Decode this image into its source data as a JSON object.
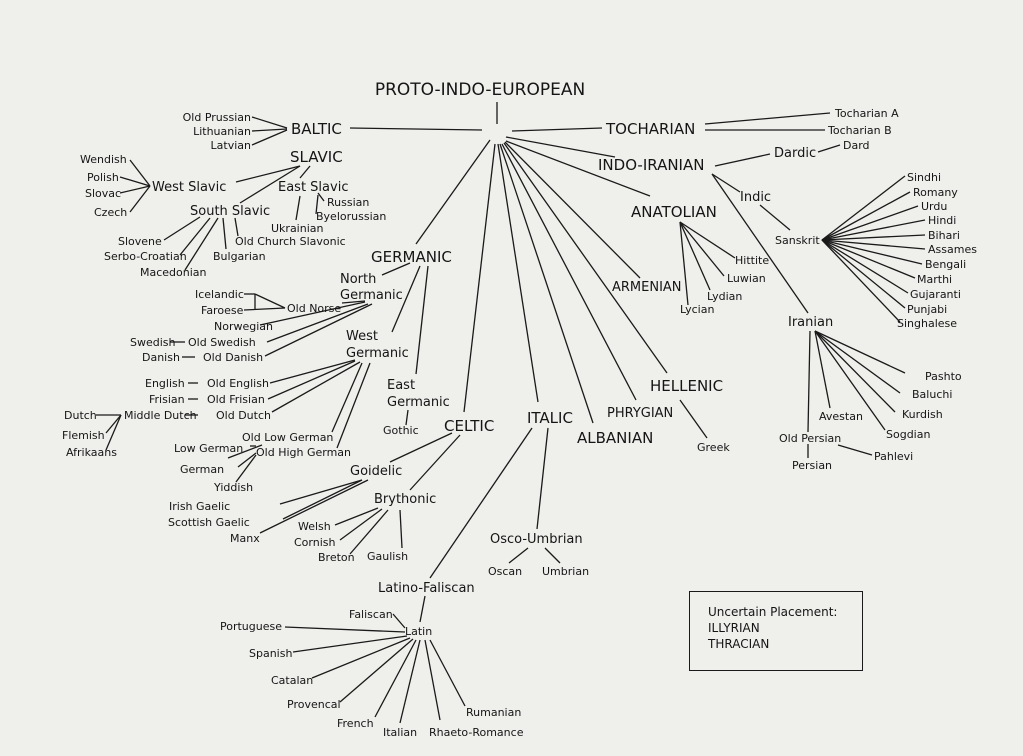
{
  "root": "PROTO-INDO-EUROPEAN",
  "labels": {
    "old_prussian": "Old Prussian",
    "lithuanian": "Lithuanian",
    "latvian": "Latvian",
    "baltic": "BALTIC",
    "slavic": "SLAVIC",
    "wendish": "Wendish",
    "polish": "Polish",
    "slovac": "Slovac",
    "czech": "Czech",
    "west_slavic": "West Slavic",
    "east_slavic": "East Slavic",
    "russian": "Russian",
    "byelorussian": "Byelorussian",
    "ukrainian": "Ukrainian",
    "south_slavic": "South Slavic",
    "slovene": "Slovene",
    "serbo_croatian": "Serbo-Croatian",
    "macedonian": "Macedonian",
    "bulgarian": "Bulgarian",
    "old_church_slavonic": "Old Church Slavonic",
    "tocharian": "TOCHARIAN",
    "tocharian_a": "Tocharian A",
    "tocharian_b": "Tocharian B",
    "indo_iranian": "INDO-IRANIAN",
    "dardic": "Dardic",
    "dard": "Dard",
    "indic": "Indic",
    "sanskrit": "Sanskrit",
    "sindhi": "Sindhi",
    "romany": "Romany",
    "urdu": "Urdu",
    "hindi": "Hindi",
    "bihari": "Bihari",
    "assames": "Assames",
    "bengali": "Bengali",
    "marthi": "Marthi",
    "gujaranti": "Gujaranti",
    "punjabi": "Punjabi",
    "singhalese": "Singhalese",
    "iranian": "Iranian",
    "pashto": "Pashto",
    "baluchi": "Baluchi",
    "kurdish": "Kurdish",
    "sogdian": "Sogdian",
    "avestan": "Avestan",
    "old_persian": "Old Persian",
    "persian": "Persian",
    "pahlevi": "Pahlevi",
    "anatolian": "ANATOLIAN",
    "hittite": "Hittite",
    "luwian": "Luwian",
    "lydian": "Lydian",
    "lycian": "Lycian",
    "armenian": "ARMENIAN",
    "hellenic": "HELLENIC",
    "greek": "Greek",
    "phrygian": "PHRYGIAN",
    "albanian": "ALBANIAN",
    "italic": "ITALIC",
    "osco_umbrian": "Osco-Umbrian",
    "oscan": "Oscan",
    "umbrian": "Umbrian",
    "latino_faliscan": "Latino-Faliscan",
    "faliscan": "Faliscan",
    "latin": "Latin",
    "portuguese": "Portuguese",
    "spanish": "Spanish",
    "catalan": "Catalan",
    "provencal": "Provencal",
    "french": "French",
    "italian": "Italian",
    "rhaeto_romance": "Rhaeto-Romance",
    "rumanian": "Rumanian",
    "celtic": "CELTIC",
    "goidelic": "Goidelic",
    "irish_gaelic": "Irish Gaelic",
    "scottish_gaelic": "Scottish Gaelic",
    "manx": "Manx",
    "brythonic": "Brythonic",
    "welsh": "Welsh",
    "cornish": "Cornish",
    "breton": "Breton",
    "gaulish": "Gaulish",
    "germanic": "GERMANIC",
    "north_germanic_1": "North",
    "north_germanic_2": "Germanic",
    "icelandic": "Icelandic",
    "faroese": "Faroese",
    "norwegian": "Norwegian",
    "old_norse": "Old Norse",
    "swedish": "Swedish",
    "old_swedish": "Old Swedish",
    "danish": "Danish",
    "old_danish": "Old Danish",
    "west_germanic_1": "West",
    "west_germanic_2": "Germanic",
    "english": "English",
    "old_english": "Old English",
    "frisian": "Frisian",
    "old_frisian": "Old Frisian",
    "dutch": "Dutch",
    "middle_dutch": "Middle Dutch",
    "old_dutch": "Old Dutch",
    "flemish": "Flemish",
    "afrikaans": "Afrikaans",
    "low_german": "Low German",
    "old_low_german": "Old Low German",
    "old_high_german": "Old High German",
    "german": "German",
    "yiddish": "Yiddish",
    "east_germanic_1": "East",
    "east_germanic_2": "Germanic",
    "gothic": "Gothic"
  },
  "legend": {
    "title": "Uncertain Placement:",
    "items": [
      "ILLYRIAN",
      "THRACIAN"
    ]
  }
}
